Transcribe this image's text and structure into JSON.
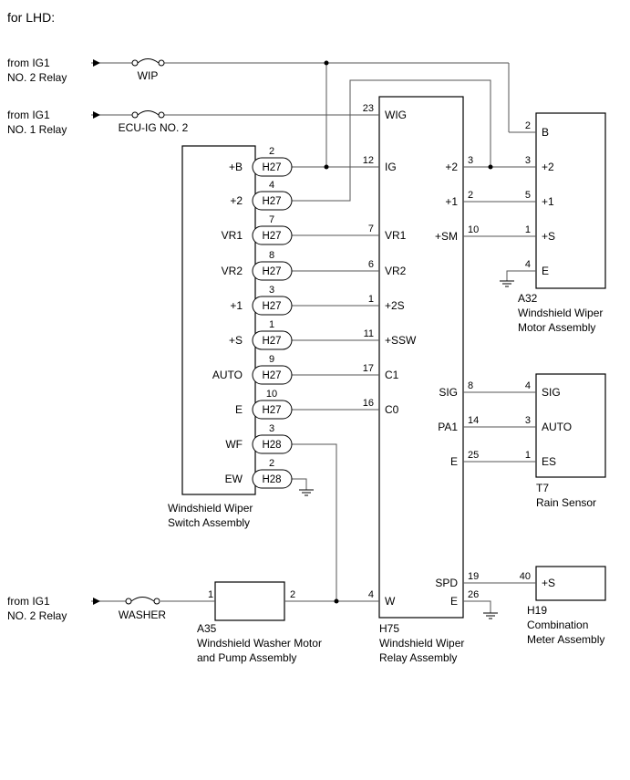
{
  "heading": "for LHD:",
  "sources": {
    "ig1_no2_relay_top": [
      "from IG1",
      "NO. 2 Relay"
    ],
    "ig1_no1_relay": [
      "from IG1",
      "NO. 1 Relay"
    ],
    "ig1_no2_relay_bottom": [
      "from IG1",
      "NO. 2 Relay"
    ]
  },
  "fuses": {
    "wip": "WIP",
    "ecu_ig_no2": "ECU-IG NO. 2",
    "washer": "WASHER"
  },
  "switch_assembly": {
    "name": [
      "Windshield Wiper",
      "Switch Assembly"
    ],
    "pins": [
      {
        "label": "+B",
        "num": "2",
        "connector": "H27"
      },
      {
        "label": "+2",
        "num": "4",
        "connector": "H27"
      },
      {
        "label": "VR1",
        "num": "7",
        "connector": "H27"
      },
      {
        "label": "VR2",
        "num": "8",
        "connector": "H27"
      },
      {
        "label": "+1",
        "num": "3",
        "connector": "H27"
      },
      {
        "label": "+S",
        "num": "1",
        "connector": "H27"
      },
      {
        "label": "AUTO",
        "num": "9",
        "connector": "H27"
      },
      {
        "label": "E",
        "num": "10",
        "connector": "H27"
      },
      {
        "label": "WF",
        "num": "3",
        "connector": "H28"
      },
      {
        "label": "EW",
        "num": "2",
        "connector": "H28"
      }
    ]
  },
  "relay_assembly": {
    "id": "H75",
    "name": [
      "Windshield Wiper",
      "Relay Assembly"
    ],
    "left_pins": [
      {
        "num": "23",
        "label": "WIG"
      },
      {
        "num": "12",
        "label": "IG"
      },
      {
        "num": "7",
        "label": "VR1"
      },
      {
        "num": "6",
        "label": "VR2"
      },
      {
        "num": "1",
        "label": "+2S"
      },
      {
        "num": "11",
        "label": "+SSW"
      },
      {
        "num": "17",
        "label": "C1"
      },
      {
        "num": "16",
        "label": "C0"
      },
      {
        "num": "4",
        "label": "W"
      }
    ],
    "right_pins": [
      {
        "label": "+2",
        "num": "3"
      },
      {
        "label": "+1",
        "num": "2"
      },
      {
        "label": "+SM",
        "num": "10"
      },
      {
        "label": "SIG",
        "num": "8"
      },
      {
        "label": "PA1",
        "num": "14"
      },
      {
        "label": "E",
        "num": "25"
      },
      {
        "label": "SPD",
        "num": "19"
      },
      {
        "label": "E",
        "num": "26"
      }
    ]
  },
  "motor_assembly": {
    "id": "A32",
    "name": [
      "Windshield Wiper",
      "Motor Assembly"
    ],
    "pins": [
      {
        "num": "2",
        "label": "B"
      },
      {
        "num": "3",
        "label": "+2"
      },
      {
        "num": "5",
        "label": "+1"
      },
      {
        "num": "1",
        "label": "+S"
      },
      {
        "num": "4",
        "label": "E"
      }
    ]
  },
  "rain_sensor": {
    "id": "T7",
    "name": "Rain Sensor",
    "pins": [
      {
        "num": "4",
        "label": "SIG"
      },
      {
        "num": "3",
        "label": "AUTO"
      },
      {
        "num": "1",
        "label": "ES"
      }
    ]
  },
  "combination_meter": {
    "id": "H19",
    "name": [
      "Combination",
      "Meter Assembly"
    ],
    "pin": {
      "num": "40",
      "label": "+S"
    }
  },
  "washer_motor": {
    "id": "A35",
    "name": [
      "Windshield Washer Motor",
      "and Pump Assembly"
    ],
    "pin_in": "1",
    "pin_out": "2"
  }
}
